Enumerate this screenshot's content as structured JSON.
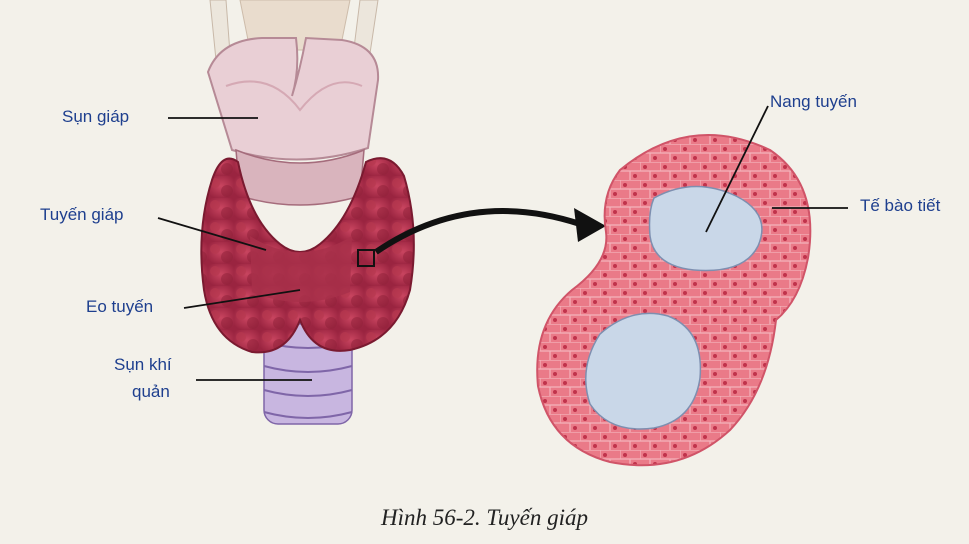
{
  "labels": {
    "sun_giap": "Sụn giáp",
    "tuyen_giap": "Tuyến giáp",
    "eo_tuyen": "Eo tuyến",
    "sun_khi_quan_1": "Sụn khí",
    "sun_khi_quan_2": "quản",
    "nang_tuyen": "Nang tuyến",
    "te_bao_tiet": "Tế bào tiết"
  },
  "caption": "Hình 56-2. Tuyến giáp",
  "colors": {
    "label_text": "#1e3f8e",
    "gland": "#b8344f",
    "cartilage": "#e8c8cf",
    "trachea": "#b9a6d4",
    "follicle_cells": "#e46a7c",
    "colloid": "#c9d6e6"
  }
}
